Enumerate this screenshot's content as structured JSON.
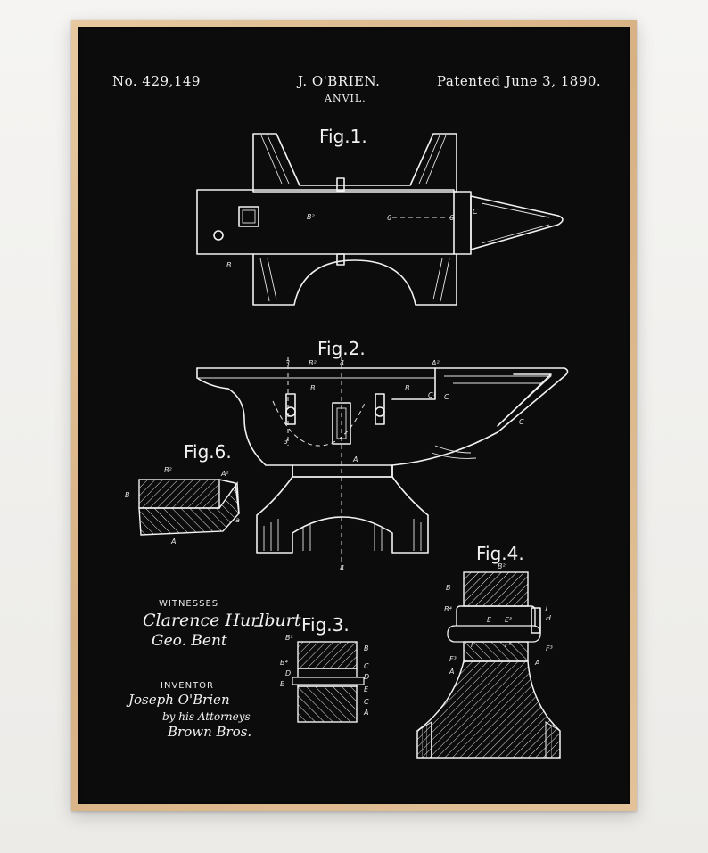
{
  "header": {
    "patent_number": "No. 429,149",
    "inventor_name": "J. O'BRIEN.",
    "subject": "ANVIL.",
    "date": "Patented June 3, 1890."
  },
  "figures": {
    "fig1": "Fig.1.",
    "fig2": "Fig.2.",
    "fig3": "Fig.3.",
    "fig4": "Fig.4.",
    "fig6": "Fig.6."
  },
  "sections": {
    "witnesses_label": "WITNESSES",
    "inventor_label": "INVENTOR"
  },
  "signatures": {
    "witness_1": "Clarence Hurlburt",
    "witness_2": "Geo. Bent",
    "inventor": "Joseph O'Brien",
    "attorneys": "by his Attorneys",
    "firm": "Brown Bros."
  },
  "colors": {
    "print_background": "#0c0c0c",
    "line_color": "#f2f2f2",
    "frame_wood": "#dcb78a",
    "wall": "#f2f1ef"
  }
}
